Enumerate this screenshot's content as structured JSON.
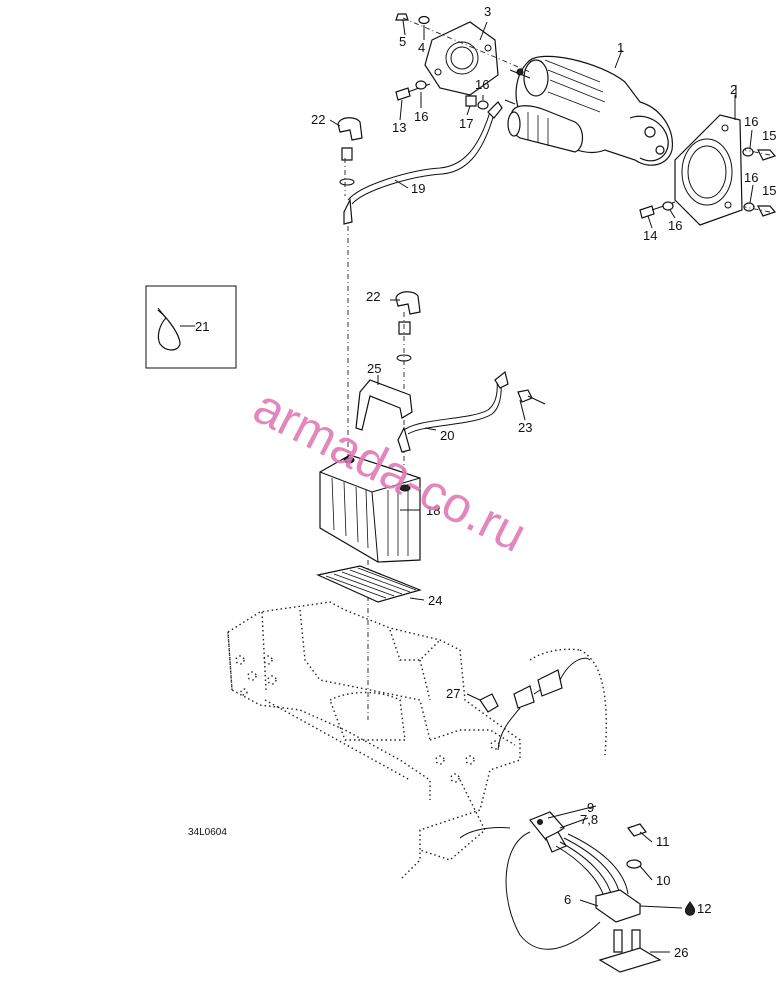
{
  "labels": {
    "p1": "1",
    "p2": "2",
    "p3": "3",
    "p4": "4",
    "p5": "5",
    "p6": "6",
    "p78": "7,8",
    "p9": "9",
    "p10": "10",
    "p11": "11",
    "p12": "12",
    "p13": "13",
    "p14": "14",
    "p15a": "15",
    "p15b": "15",
    "p16a": "16",
    "p16b": "16",
    "p16c": "16",
    "p16d": "16",
    "p16e": "16",
    "p17": "17",
    "p18": "18",
    "p19": "19",
    "p20": "20",
    "p21": "21",
    "p22a": "22",
    "p22b": "22",
    "p23": "23",
    "p24": "24",
    "p25": "25",
    "p26": "26",
    "p27": "27"
  },
  "drawing_code": "34L0604",
  "watermark": "armada-co.ru"
}
